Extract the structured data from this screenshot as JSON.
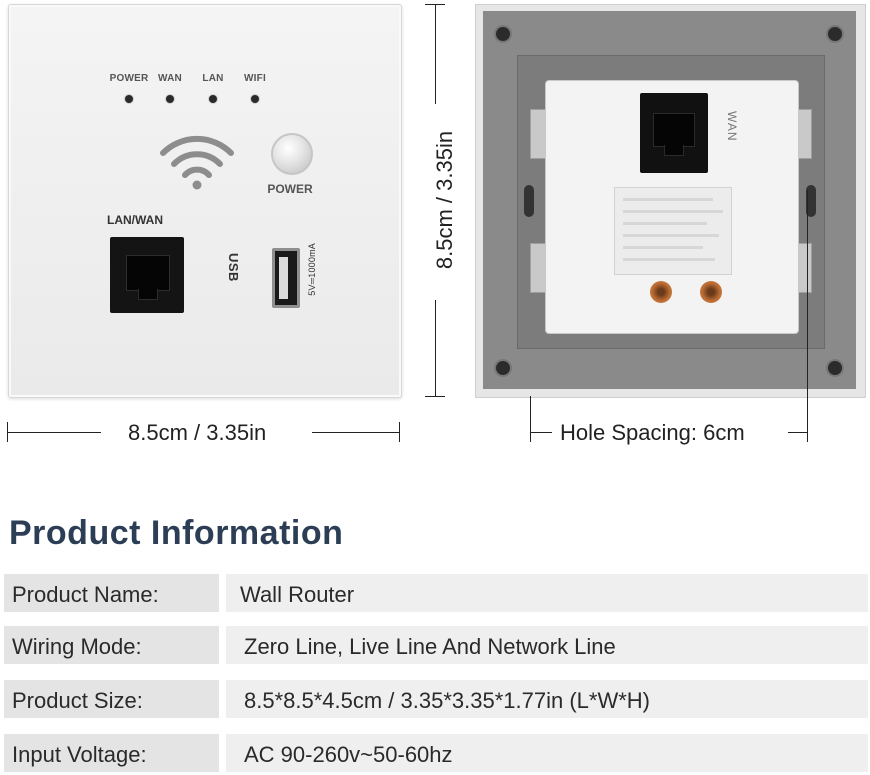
{
  "front_panel": {
    "leds": [
      "POWER",
      "WAN",
      "LAN",
      "WIFI"
    ],
    "power_label": "POWER",
    "port_label": "LAN/WAN",
    "usb_label": "USB",
    "usb_spec": "5V═1000mA",
    "width_label": "8.5cm / 3.35in",
    "height_label": "8.5cm / 3.35in"
  },
  "back_panel": {
    "port_label": "WAN",
    "hole_spacing": "Hole Spacing: 6cm"
  },
  "product_info": {
    "title": "Product Information",
    "rows": [
      {
        "label": "Product Name:",
        "value": "Wall Router"
      },
      {
        "label": "Wiring Mode:",
        "value": "Zero Line, Live Line And Network Line"
      },
      {
        "label": "Product Size:",
        "value": "8.5*8.5*4.5cm / 3.35*3.35*1.77in (L*W*H)"
      },
      {
        "label": "Input Voltage:",
        "value": "AC 90-260v~50-60hz"
      }
    ]
  },
  "colors": {
    "title": "#2c3e55",
    "label_cell": "#e4e4e4",
    "value_cell": "#efefef",
    "terminal": "#c87a3e"
  }
}
